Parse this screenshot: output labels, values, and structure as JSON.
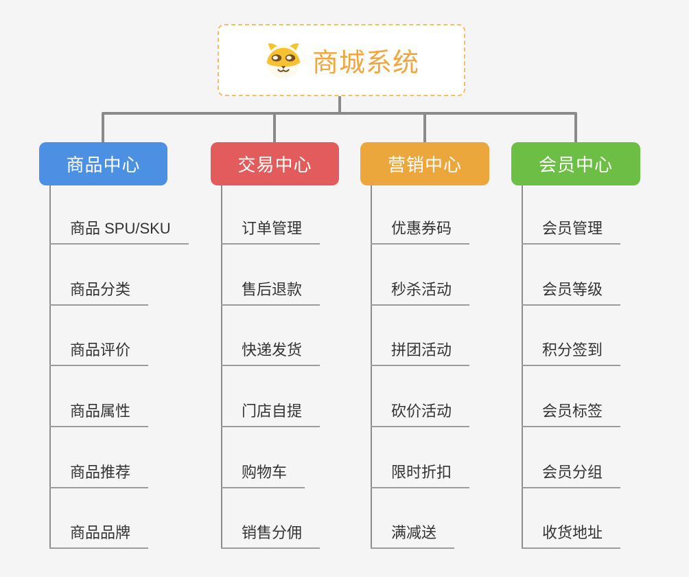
{
  "root": {
    "title": "商城系统",
    "icon": "shiba-dog-icon",
    "border_color": "#F4BD67",
    "title_color": "#F2A53C"
  },
  "branches": [
    {
      "label": "商品中心",
      "color": "#4B90E2",
      "leaves": [
        "商品 SPU/SKU",
        "商品分类",
        "商品评价",
        "商品属性",
        "商品推荐",
        "商品品牌"
      ]
    },
    {
      "label": "交易中心",
      "color": "#E25C5C",
      "leaves": [
        "订单管理",
        "售后退款",
        "快递发货",
        "门店自提",
        "购物车",
        "销售分佣"
      ]
    },
    {
      "label": "营销中心",
      "color": "#EBA63C",
      "leaves": [
        "优惠券码",
        "秒杀活动",
        "拼团活动",
        "砍价活动",
        "限时折扣",
        "满减送"
      ]
    },
    {
      "label": "会员中心",
      "color": "#6CBE44",
      "leaves": [
        "会员管理",
        "会员等级",
        "积分签到",
        "会员标签",
        "会员分组",
        "收货地址"
      ]
    }
  ],
  "colors": {
    "background": "#F5F5F6",
    "connector": "#8A8A8A",
    "leaf_underline": "#9B9B9B",
    "leaf_text": "#333333"
  }
}
